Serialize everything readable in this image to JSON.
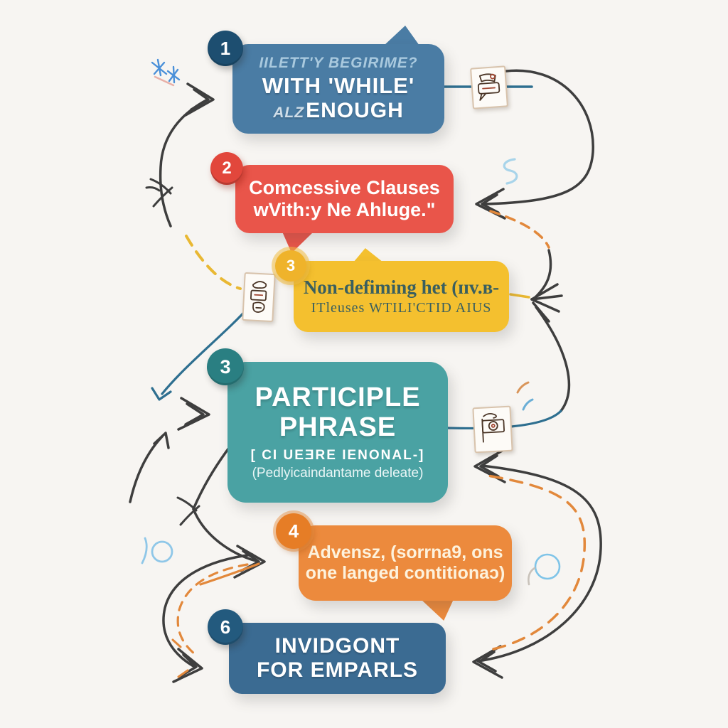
{
  "palette": {
    "background": "#f7f5f2",
    "blue_bubble": "#4a7ca4",
    "red_bubble": "#e9554a",
    "yellow_bubble": "#f4c02f",
    "teal_bubble": "#4aa2a3",
    "orange_bubble": "#ec8a3d",
    "dark_blue_bubble": "#3b6b92",
    "arrow_dark": "#3e3e3e",
    "arrow_blue": "#2e6f90",
    "arrow_yellow_dash": "#e9b833",
    "arrow_orange": "#e2883b"
  },
  "bubbles": [
    {
      "number": "1",
      "line1": "IILETT'Y BEGIRIME?",
      "line2": "WITH 'WHILE'",
      "line3_prefix": "ALZ",
      "line3": "ENOUGH"
    },
    {
      "number": "2",
      "line1": "Comcessive Clauses",
      "line2": "wVith:y Ne Ahluge.\""
    },
    {
      "number": "3",
      "line1": "Non-defiming het (ɪɪv.ʙ-",
      "line2": "ITleuses WTILI'CTID AIUS"
    },
    {
      "number": "3",
      "line1": "PARTICIPLE",
      "line2": "PHRASE",
      "line3": "[ CI UEƎRE IENONAL-]",
      "line4": "(Pedlyicaindantame deleate)"
    },
    {
      "number": "4",
      "line1": "Advensz, (sorrna9, ons",
      "line2": "one langed contitionaɔ)"
    },
    {
      "number": "6",
      "line1": "INVIDGONT",
      "line2": "FOR EMPARLS"
    }
  ],
  "icons": [
    {
      "name": "speech-note-card-icon"
    },
    {
      "name": "scroll-note-card-icon"
    },
    {
      "name": "screen-note-card-icon"
    }
  ],
  "doodles": [
    {
      "name": "sparkle-doodle"
    },
    {
      "name": "s-curve-doodle"
    },
    {
      "name": "circle-doodle"
    },
    {
      "name": "o-tick-doodle"
    }
  ]
}
